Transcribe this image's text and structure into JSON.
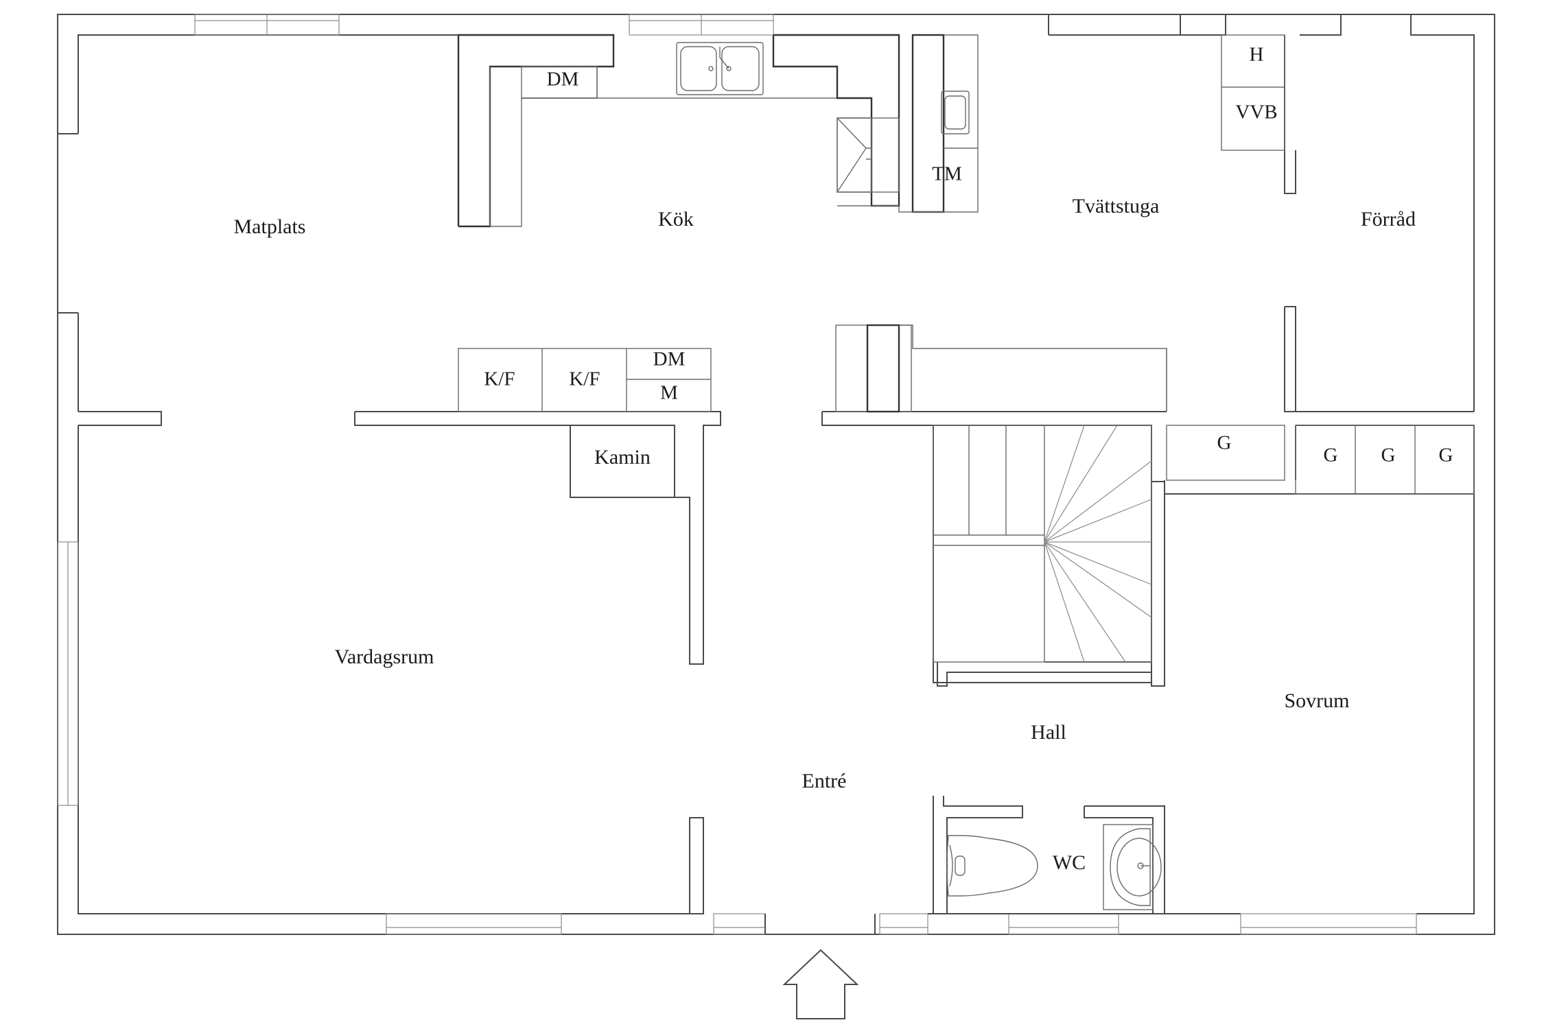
{
  "rooms": {
    "matplats": "Matplats",
    "kok": "Kök",
    "tvattstuga": "Tvättstuga",
    "forrad": "Förråd",
    "vardagsrum": "Vardagsrum",
    "entre": "Entré",
    "hall": "Hall",
    "sovrum": "Sovrum",
    "wc": "WC"
  },
  "fixtures": {
    "dm_top": "DM",
    "tm": "TM",
    "h": "H",
    "vvb": "VVB",
    "kf_1": "K/F",
    "kf_2": "K/F",
    "dm_island": "DM",
    "m": "M",
    "kamin": "Kamin",
    "g_hall": "G",
    "g_1": "G",
    "g_2": "G",
    "g_3": "G"
  }
}
